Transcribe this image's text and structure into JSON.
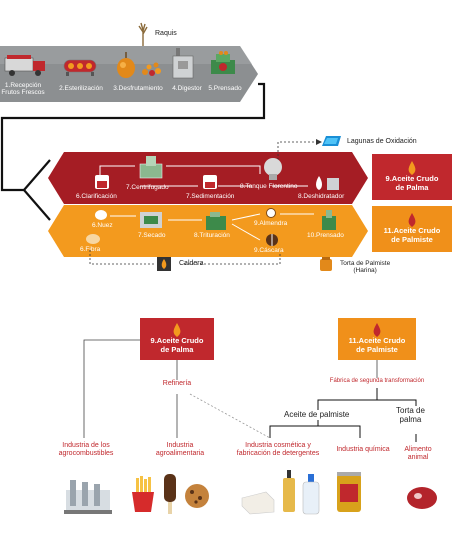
{
  "top_stages": [
    {
      "label": "1.Recepción\nFrutos Frescos"
    },
    {
      "label": "2.Esterilización"
    },
    {
      "label": "3.Desfrutamiento"
    },
    {
      "label": "4.Digestor"
    },
    {
      "label": "5.Prensado"
    }
  ],
  "raquis": "Raquis",
  "lagunas": "Lagunas de Oxidación",
  "red_band": {
    "centrifugado": "7.Centrifugado",
    "clarificacion": "6.Clarificación",
    "sedimentacion": "7.Sedimentación",
    "tanque": "8.Tanque Florentino",
    "deshidratador": "8.Deshidratador"
  },
  "orange_band": {
    "nuez": "6.Nuez",
    "secado": "7.Secado",
    "trituracion": "8.Trituración",
    "almendra": "9.Almendra",
    "cascara": "9.Cáscara",
    "prensado": "10.Prensado",
    "fibra": "6.Fibra"
  },
  "caldera": "Caldera",
  "torta_harina": "Torta de Palmiste\n(Harina)",
  "output_palma": "9.Aceite Crudo\nde Palma",
  "output_palmiste": "11.Aceite Crudo\nde Palmiste",
  "bottom": {
    "card_palma": "9.Aceite Crudo\nde Palma",
    "card_palmiste": "11.Aceite Crudo\nde Palmiste",
    "refineria": "Refinería",
    "fabrica": "Fábrica de segunda transformación",
    "aceite_palmiste": "Aceite de palmiste",
    "torta_palma": "Torta de\npalma",
    "ind_agrocombustibles": "Industria de los\nagrocombustibles",
    "ind_agroalimentaria": "Industria\nagroalimentaria",
    "ind_cosmetica": "Industria cosmética y\nfabricación de detergentes",
    "ind_quimica": "Industria química",
    "alimento_animal": "Alimento\nanimal"
  },
  "colors": {
    "band_gray": "#8c8f91",
    "band_red": "#a51d24",
    "band_orange": "#f39a1e",
    "out_red": "#c0282d",
    "out_orange": "#f0901a"
  }
}
